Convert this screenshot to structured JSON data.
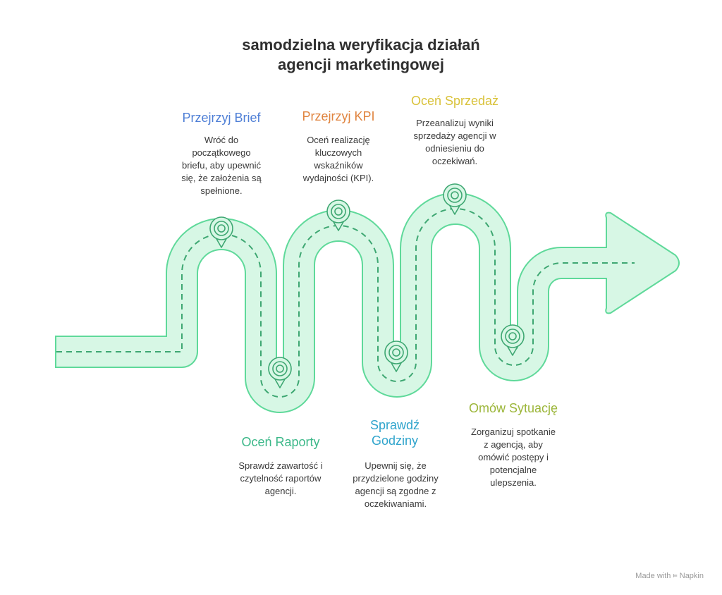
{
  "title": {
    "line1": "samodzielna weryfikacja działań",
    "line2": "agencji marketingowej"
  },
  "colors": {
    "road_fill": "#d7f7e5",
    "road_stroke": "#5fd99a",
    "road_dash": "#3ea772",
    "pin_fill": "#d7f7e5",
    "pin_stroke": "#3ea772"
  },
  "steps": [
    {
      "id": "przejrzyj-brief",
      "title": "Przejrzyj Brief",
      "color": "#4f7fd6",
      "desc": [
        "Wróć do",
        "początkowego",
        "briefu, aby upewnić",
        "się, że założenia są",
        "spełnione."
      ]
    },
    {
      "id": "ocen-raporty",
      "title": "Oceń Raporty",
      "color": "#3cb889",
      "desc": [
        "Sprawdź zawartość i",
        "czytelność raportów",
        "agencji."
      ]
    },
    {
      "id": "przejrzyj-kpi",
      "title": "Przejrzyj KPI",
      "color": "#e0843f",
      "desc": [
        "Oceń realizację",
        "kluczowych",
        "wskaźników",
        "wydajności (KPI)."
      ]
    },
    {
      "id": "sprawdz-godziny",
      "title_lines": [
        "Sprawdź",
        "Godziny"
      ],
      "color": "#2fa4cc",
      "desc": [
        "Upewnij się, że",
        "przydzielone godziny",
        "agencji są zgodne z",
        "oczekiwaniami."
      ]
    },
    {
      "id": "ocen-sprzedaz",
      "title": "Oceń Sprzedaż",
      "color": "#d9c23a",
      "desc": [
        "Przeanalizuj wyniki",
        "sprzedaży agencji w",
        "odniesieniu do",
        "oczekiwań."
      ]
    },
    {
      "id": "omow-sytuacje",
      "title": "Omów Sytuację",
      "color": "#9cb63a",
      "desc": [
        "Zorganizuj spotkanie",
        "z agencją, aby",
        "omówić postępy i",
        "potencjalne",
        "ulepszenia."
      ]
    }
  ],
  "footer": {
    "made_with": "Made with",
    "brand": "Napkin",
    "icon": "napkin-logo-icon"
  }
}
